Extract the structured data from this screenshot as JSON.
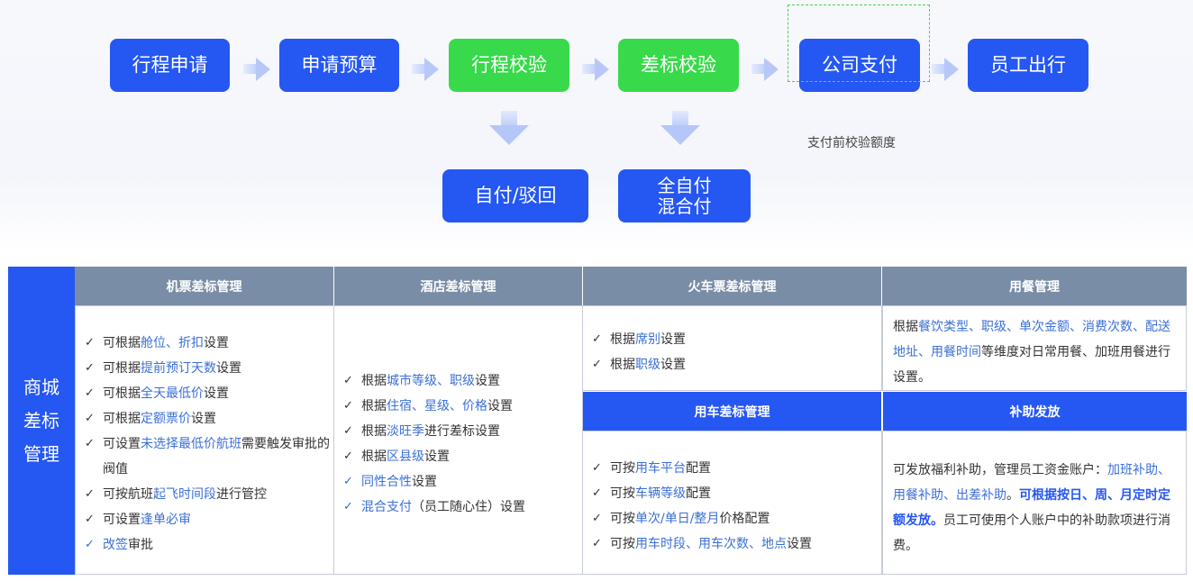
{
  "flow": {
    "steps": [
      "行程申请",
      "申请预算",
      "行程校验",
      "差标校验",
      "公司支付",
      "员工出行"
    ],
    "branch_1": "自付/驳回",
    "branch_2_line1": "全自付",
    "branch_2_line2": "混合付",
    "payment_note": "支付前校验额度"
  },
  "colors": {
    "primary": "#2557f2",
    "green": "#38d94a",
    "header_gray": "#7a8da7",
    "highlight": "#3b6fd6"
  },
  "side_label": [
    "商城",
    "差标",
    "管理"
  ],
  "flight": {
    "title": "机票差标管理",
    "items": [
      {
        "pre": "可根据",
        "hl": "舱位、折扣",
        "post": "设置"
      },
      {
        "pre": "可根据",
        "hl": "提前预订天数",
        "post": "设置"
      },
      {
        "pre": "可根据",
        "hl": "全天最低价",
        "post": "设置"
      },
      {
        "pre": "可根据",
        "hl": "定额票价",
        "post": "设置"
      },
      {
        "pre": "可设置",
        "hl": "未选择最低价航班",
        "post": "需要触发审批的阀值"
      },
      {
        "pre": "可按航班",
        "hl": "起飞时间段",
        "post": "进行管控"
      },
      {
        "pre": "可设置",
        "hl": "逢单必审",
        "post": ""
      },
      {
        "pre": "",
        "hl": "改签",
        "post": "审批"
      }
    ]
  },
  "hotel": {
    "title": "酒店差标管理",
    "items": [
      {
        "pre": "根据",
        "hl": "城市等级、职级",
        "post": "设置"
      },
      {
        "pre": "根据",
        "hl": "住宿、星级、价格",
        "post": "设置"
      },
      {
        "pre": "根据",
        "hl": "淡旺季",
        "post": "进行差标设置"
      },
      {
        "pre": "根据",
        "hl": "区县级",
        "post": "设置"
      },
      {
        "pre": "",
        "hl": "同性合性",
        "post": "设置"
      },
      {
        "pre": "",
        "hl": "混合支付",
        "post": "（员工随心住）设置"
      }
    ]
  },
  "train": {
    "title": "火车票差标管理",
    "items": [
      {
        "pre": "根据",
        "hl": "席别",
        "post": "设置"
      },
      {
        "pre": "根据",
        "hl": "职级",
        "post": "设置"
      }
    ]
  },
  "meal": {
    "title": "用餐管理",
    "pre": "根据",
    "hl1": "餐饮类型、职级、单次金额、消费次数、配送地址、用餐时间",
    "post": "等维度对日常用餐、加班用餐进行设置。"
  },
  "car": {
    "title": "用车差标管理",
    "items": [
      {
        "pre": "可按",
        "hl": "用车平台",
        "post": "配置"
      },
      {
        "pre": "可按",
        "hl": "车辆等级",
        "post": "配置"
      },
      {
        "pre": "可按",
        "hl": "单次/单日/整月",
        "post": "价格配置"
      },
      {
        "pre": "可按",
        "hl": "用车时段、用车次数、地点",
        "post": "设置"
      }
    ]
  },
  "subsidy": {
    "title": "补助发放",
    "p1": "可发放福利补助，管理员工资金账户：",
    "hl1": "加班补助、用餐补助、出差补助",
    "p2": "。",
    "strong": "可根据按日、周、月定时定额发放。",
    "p3": "员工可使用个人账户中的补助款项进行消费。"
  }
}
